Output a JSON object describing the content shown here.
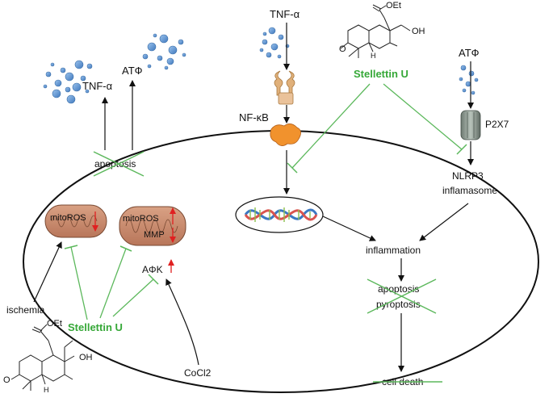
{
  "labels": {
    "tnf_left": "TNF-α",
    "atp_left": "ATФ",
    "apoptosis_top": "apoptosis",
    "tnf_top": "TNF-α",
    "stellettin_top": "Stellettin U",
    "atp_right": "ATФ",
    "p2x7": "P2X7",
    "nfkb": "NF-κB",
    "nlrp3_line1": "NLRP3",
    "nlrp3_line2": "inflamasome",
    "inflammation": "inflammation",
    "apoptosis_bottom": "apoptosis",
    "pyroptosis": "pyroptosis",
    "cell_death": "cell death",
    "mitoros_1": "mitoROS",
    "mitoros_2": "mitoROS",
    "mmp": "MMP",
    "ampk": "AΦK",
    "ischemia": "ischemia",
    "stellettin_bottom": "Stellettin U",
    "cocl2": "CoCl2",
    "oet_top": "OEt",
    "oh_top": "OH",
    "oet_bottom": "OEt",
    "oh_bottom": "OH",
    "h_top": "H",
    "h_bottom": "H",
    "o_top": "O",
    "o_bottom": "O"
  },
  "colors": {
    "inhibit": "#5cb85c",
    "stellettin": "#36a838",
    "increase_arrow": "#e02020",
    "ion": "#6b9fd6",
    "mito": "#c98a6a"
  }
}
